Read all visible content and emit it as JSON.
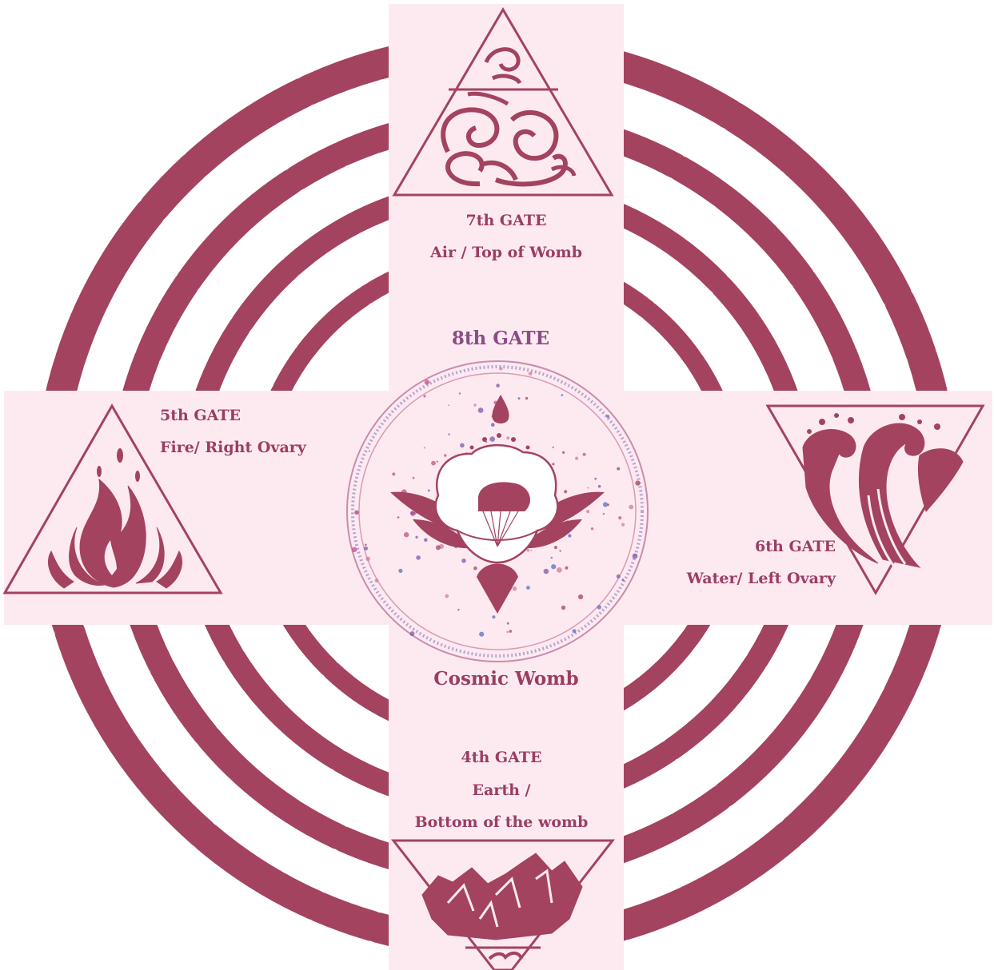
{
  "colors": {
    "accent": "#a3435f",
    "text": "#9b3d63",
    "band": "#fdeaf0",
    "title_center": "#8a4d86"
  },
  "center": {
    "title": "8th GATE",
    "caption": "Cosmic Womb",
    "icon": "lotus-flower-icon"
  },
  "gates": {
    "top": {
      "name": "7th GATE",
      "element": "Air / Top of  Womb",
      "icon": "air-swirl-triangle-icon"
    },
    "left": {
      "name": "5th GATE",
      "element": "Fire/  Right Ovary",
      "icon": "fire-flame-triangle-icon"
    },
    "right": {
      "name": "6th GATE",
      "element": "Water/  Left Ovary",
      "icon": "water-wave-triangle-icon"
    },
    "bottom": {
      "name": "4th GATE",
      "element_line1": "Earth /",
      "element_line2": "Bottom of the womb",
      "icon": "earth-mountain-triangle-icon"
    }
  }
}
